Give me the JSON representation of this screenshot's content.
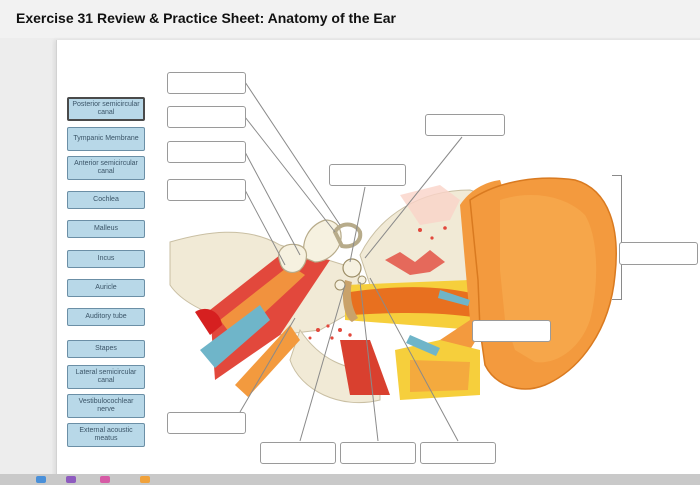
{
  "header": {
    "title": "Exercise 31 Review & Practice Sheet: Anatomy of the Ear"
  },
  "label_bank": [
    {
      "text": "Posterior semicircular canal",
      "selected": true
    },
    {
      "text": "Tympanic Membrane",
      "selected": false
    },
    {
      "text": "Anterior semicircular canal",
      "selected": false
    },
    {
      "text": "Cochlea",
      "selected": false
    },
    {
      "text": "Malleus",
      "selected": false
    },
    {
      "text": "Incus",
      "selected": false
    },
    {
      "text": "Auricle",
      "selected": false
    },
    {
      "text": "Auditory tube",
      "selected": false
    },
    {
      "text": "Stapes",
      "selected": false
    },
    {
      "text": "Lateral semicircular canal",
      "selected": false
    },
    {
      "text": "Vestibulocochlear nerve",
      "selected": false
    },
    {
      "text": "External acoustic meatus",
      "selected": false
    }
  ],
  "colors": {
    "chip_fill": "#b8d8e8",
    "chip_border": "#6b8fa6",
    "bone": "#f1ead6",
    "cartilage": "#f39a3e",
    "canal": "#e8701f",
    "tissue_red": "#e2483c",
    "nerve_blue": "#6fb5c9",
    "fat_yellow": "#f6cf3c"
  }
}
